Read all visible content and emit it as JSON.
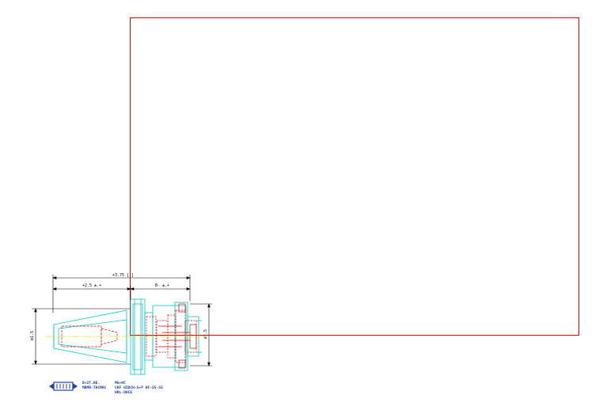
{
  "drawing": {
    "title_block": {
      "line_1": "B+2T.RE.",
      "line_2": "MRMR-THCMAC",
      "line_3": "MG+HC",
      "line_4": "CKF HIDCH-S+P HF-SS-SS",
      "line_5": "HRL-OHCE"
    },
    "dimensions": {
      "overall_length": "+3.75 [ ]",
      "left_length": "+2.5  ±.+",
      "right_length": "B-  ±.+",
      "left_diameter": "ø1.5",
      "right_diameter": "ø1.5"
    },
    "colors": {
      "frame": "#e00000",
      "body_outline": "#00c8c8",
      "internal_parts": "#e00000",
      "centerline": "#e6e600",
      "dimensions": "#000000",
      "logo": "#1a3fb4"
    }
  }
}
